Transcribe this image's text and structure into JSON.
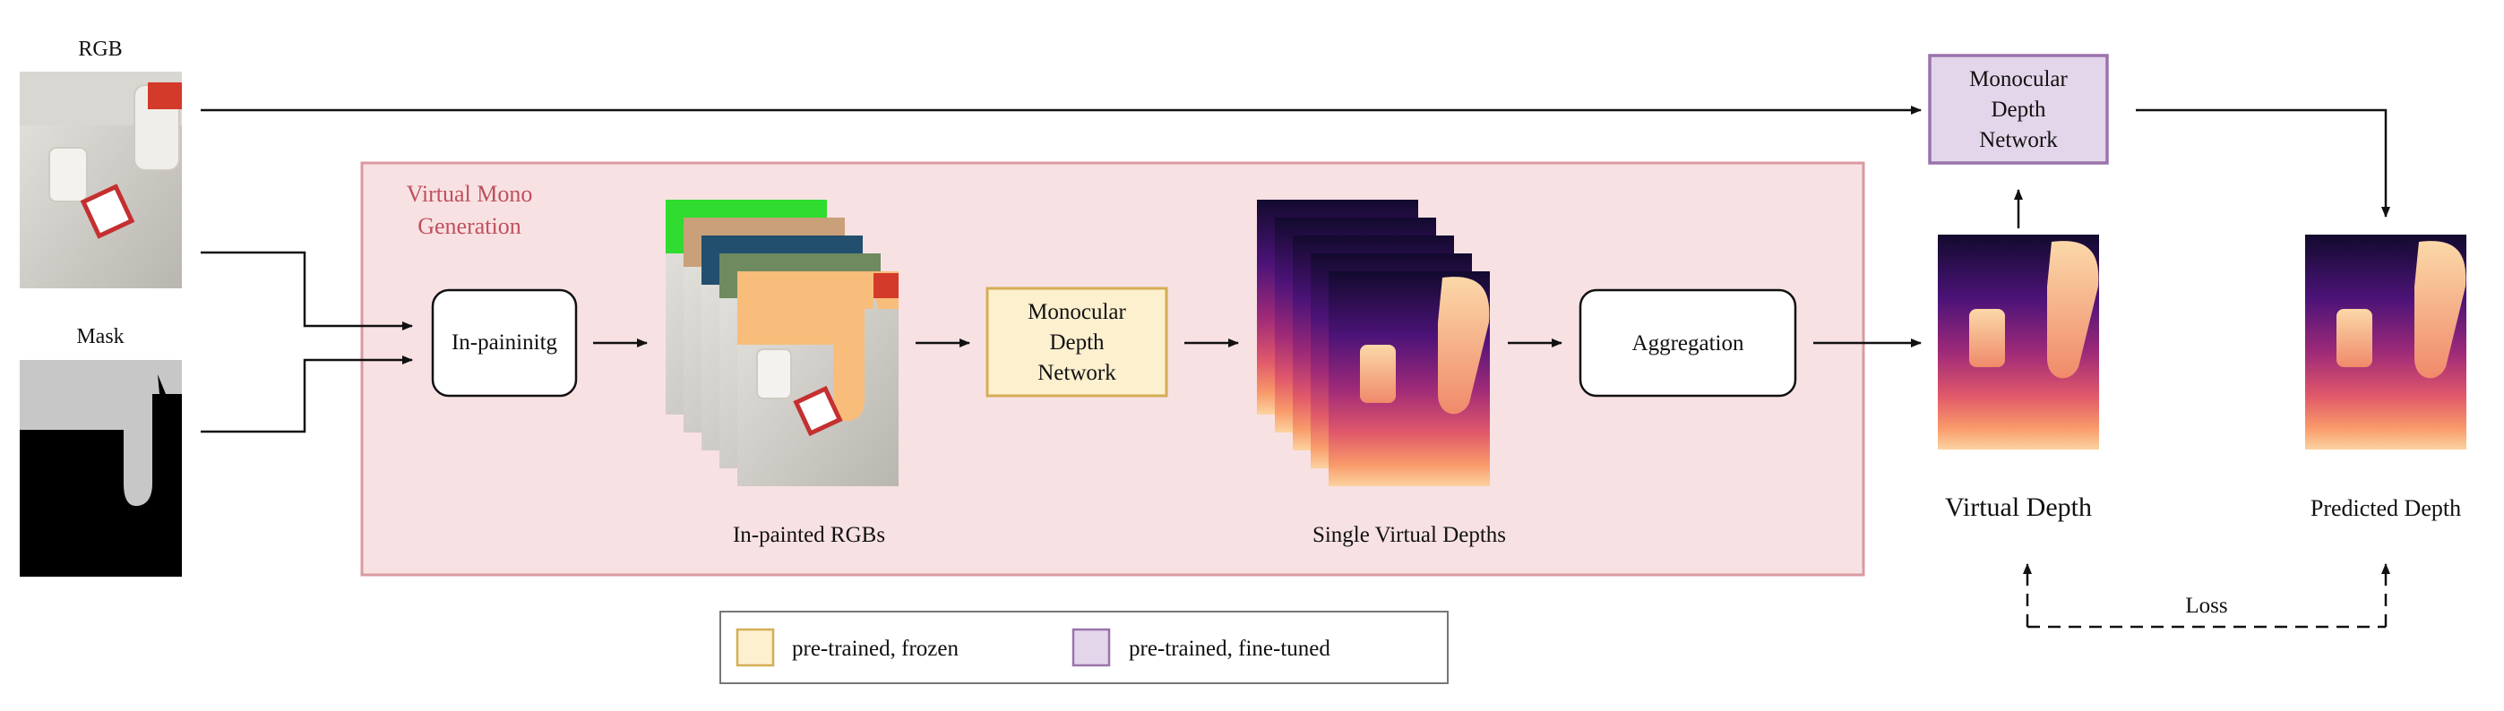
{
  "inputs": {
    "rgb_label": "RGB",
    "mask_label": "Mask"
  },
  "virtual_mono": {
    "title_line1": "Virtual Mono",
    "title_line2": "Generation",
    "inpainting_label": "In-paininitg",
    "inpainted_caption": "In-painted RGBs",
    "frozen_net_line1": "Monocular",
    "frozen_net_line2": "Depth",
    "frozen_net_line3": "Network",
    "single_depths_caption": "Single Virtual Depths",
    "aggregation_label": "Aggregation"
  },
  "finetuned_net": {
    "line1": "Monocular",
    "line2": "Depth",
    "line3": "Network"
  },
  "outputs": {
    "virtual_depth_label": "Virtual Depth",
    "predicted_depth_label": "Predicted Depth",
    "loss_label": "Loss"
  },
  "legend": {
    "frozen_label": "pre-trained, frozen",
    "finetuned_label": "pre-trained, fine-tuned"
  },
  "colors": {
    "region_fill": "#f8e1e3",
    "region_border": "#d99aa0",
    "region_title": "#c0505c",
    "frozen_fill": "#fdf0cf",
    "frozen_border": "#d4ad55",
    "finetuned_fill": "#e3d6ea",
    "finetuned_border": "#9a73ad",
    "inpaint_green": "#2fdc2f",
    "inpaint_tan": "#c9a079",
    "inpaint_navy": "#234f6f",
    "inpaint_olive": "#6f8a5f",
    "inpaint_orange": "#f8bd7a"
  }
}
